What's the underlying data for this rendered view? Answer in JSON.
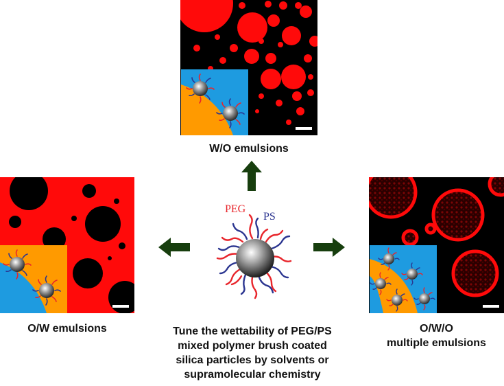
{
  "center": {
    "label_peg": "PEG",
    "label_ps": "PS",
    "caption_lines": [
      "Tune the wettability of PEG/PS",
      "mixed polymer brush coated",
      "silica particles by solvents or",
      "supramolecular chemistry"
    ]
  },
  "top": {
    "caption": "W/O emulsions"
  },
  "left": {
    "caption": "O/W emulsions"
  },
  "right": {
    "caption_lines": [
      "O/W/O",
      "multiple emulsions"
    ]
  },
  "colors": {
    "emulsion_red": "#ff0a0a",
    "background_black": "#000000",
    "water_blue": "#1e9be0",
    "oil_orange": "#ff9a00",
    "arrow_green": "#173e0e",
    "peg_red": "#e8252b",
    "ps_blue": "#2b3590"
  }
}
